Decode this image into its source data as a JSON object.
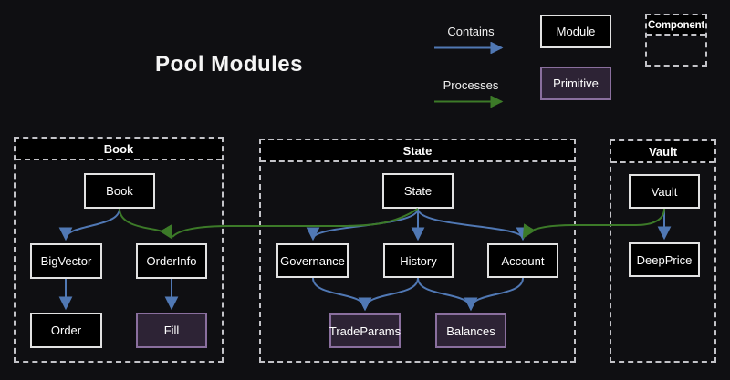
{
  "title": "Pool Modules",
  "colors": {
    "background": "#0f0f12",
    "box_fill": "#000000",
    "box_border": "#e2e2e2",
    "primitive_fill": "#2d2335",
    "primitive_border": "#8a6f9e",
    "contains_arrow_blue": "#5078b4",
    "processes_arrow_green": "#3c7a28",
    "container_dashed_border": "#c3c3c8",
    "text": "#ffffff"
  },
  "legend": {
    "contains_label": "Contains",
    "processes_label": "Processes",
    "module_label": "Module",
    "primitive_label": "Primitive",
    "component_label": "Component"
  },
  "containers": {
    "book": {
      "label": "Book",
      "nodes": {
        "book": "Book",
        "bigvector": "BigVector",
        "orderinfo": "OrderInfo",
        "order": "Order",
        "fill": "Fill"
      }
    },
    "state": {
      "label": "State",
      "nodes": {
        "state": "State",
        "governance": "Governance",
        "history": "History",
        "account": "Account",
        "tradeparams": "TradeParams",
        "balances": "Balances"
      }
    },
    "vault": {
      "label": "Vault",
      "nodes": {
        "vault": "Vault",
        "deepprice": "DeepPrice"
      }
    }
  },
  "edges": {
    "contains": [
      {
        "from": "Book",
        "to": "BigVector"
      },
      {
        "from": "BigVector",
        "to": "Order"
      },
      {
        "from": "OrderInfo",
        "to": "Fill"
      },
      {
        "from": "State",
        "to": "Governance"
      },
      {
        "from": "State",
        "to": "History"
      },
      {
        "from": "State",
        "to": "Account"
      },
      {
        "from": "Governance",
        "to": "TradeParams"
      },
      {
        "from": "History",
        "to": "TradeParams"
      },
      {
        "from": "History",
        "to": "Balances"
      },
      {
        "from": "Account",
        "to": "Balances"
      },
      {
        "from": "Vault",
        "to": "DeepPrice"
      }
    ],
    "processes": [
      {
        "from": "Book",
        "to": "OrderInfo"
      },
      {
        "from": "State",
        "to": "OrderInfo"
      },
      {
        "from": "Vault",
        "to": "Account"
      }
    ]
  }
}
